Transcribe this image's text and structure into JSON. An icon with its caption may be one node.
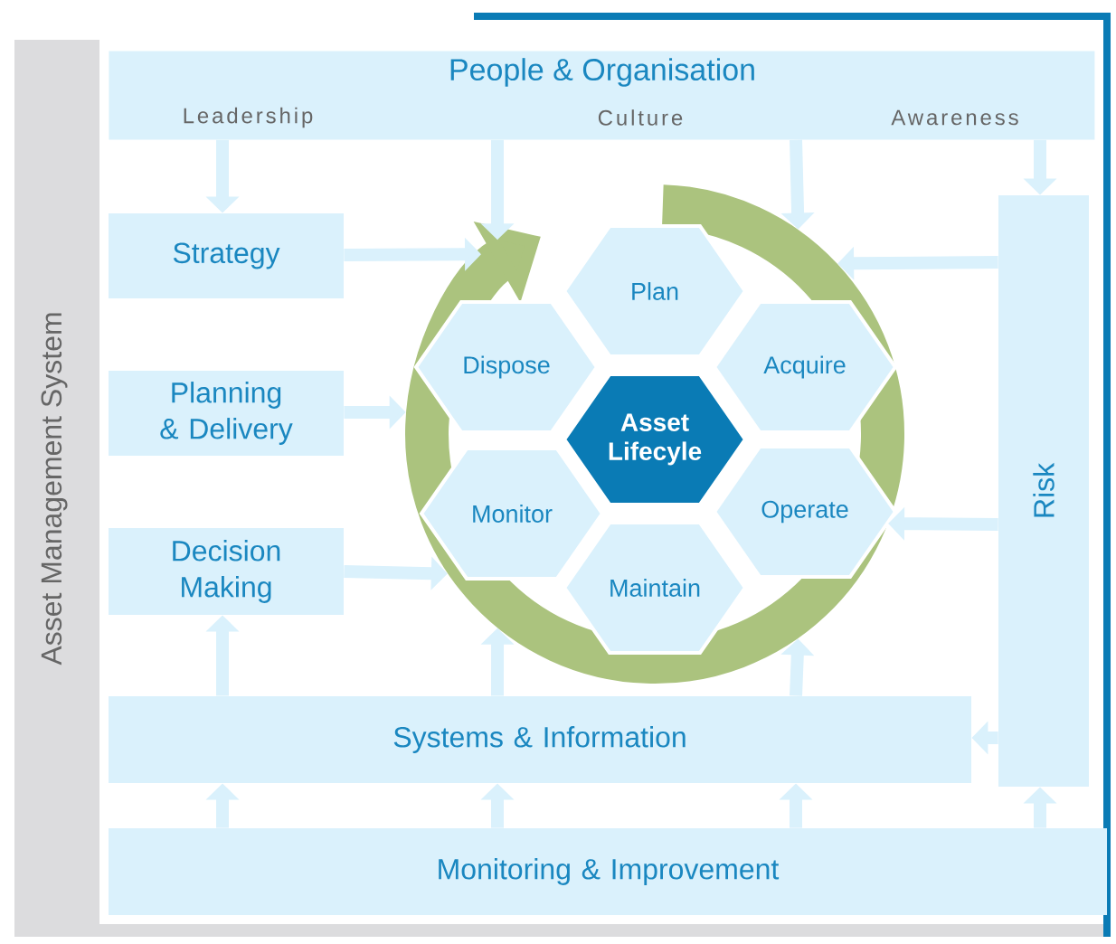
{
  "diagram": {
    "nodes": [
      {
        "text": [
          "Asset Management System"
        ]
      },
      {
        "text": [
          "People & Organisation",
          "Leadership",
          "Culture",
          "Awareness"
        ],
        "in": 0
      },
      {
        "text": [
          "Strategy"
        ],
        "in": 0
      },
      {
        "text": [
          "Planning & Delivery"
        ],
        "in": 0
      },
      {
        "text": [
          "Decision Making"
        ],
        "in": 0
      },
      {
        "text": [],
        "shape": "circle",
        "in": 0
      },
      {
        "text": [
          "Asset Lifecyle"
        ],
        "in": 5
      },
      {
        "text": [
          "Plan"
        ],
        "in": 5
      },
      {
        "text": [
          "Acquire"
        ],
        "in": 5
      },
      {
        "text": [
          "Operate"
        ],
        "in": 5
      },
      {
        "text": [
          "Maintain"
        ],
        "in": 5
      },
      {
        "text": [
          "Monitor"
        ],
        "in": 5
      },
      {
        "text": [
          "Dispose"
        ],
        "in": 5
      },
      {
        "text": [
          "Risk"
        ],
        "in": 0
      },
      {
        "text": [
          "Systems & Information"
        ],
        "in": 0
      },
      {
        "text": [
          "Monitoring & Improvement"
        ],
        "in": 0
      }
    ],
    "edges": [
      {
        "from": 1,
        "to": 2,
        "arrow": "to"
      },
      {
        "from": 1,
        "to": 5,
        "arrow": "to"
      },
      {
        "from": 1,
        "to": 5,
        "arrow": "to"
      },
      {
        "from": 1,
        "to": 13,
        "arrow": "to"
      },
      {
        "from": 2,
        "to": 5,
        "arrow": "to"
      },
      {
        "from": 3,
        "to": 5,
        "arrow": "to"
      },
      {
        "from": 4,
        "to": 5,
        "arrow": "to"
      },
      {
        "from": 13,
        "to": 5,
        "arrow": "to"
      },
      {
        "from": 13,
        "to": 5,
        "arrow": "to"
      },
      {
        "from": 13,
        "to": 14,
        "arrow": "to"
      },
      {
        "from": 14,
        "to": 4,
        "arrow": "to"
      },
      {
        "from": 14,
        "to": 5,
        "arrow": "to"
      },
      {
        "from": 14,
        "to": 5,
        "arrow": "to"
      },
      {
        "from": 15,
        "to": 14,
        "arrow": "to"
      },
      {
        "from": 15,
        "to": 14,
        "arrow": "to"
      },
      {
        "from": 15,
        "to": 14,
        "arrow": "to"
      },
      {
        "from": 15,
        "to": 13,
        "arrow": "to"
      }
    ]
  }
}
